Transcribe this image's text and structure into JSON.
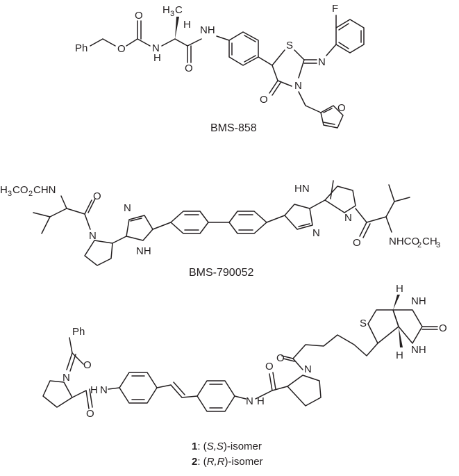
{
  "captions": {
    "bms858": "BMS-858",
    "bms790052": "BMS-790052"
  },
  "isomers": [
    {
      "num": "1",
      "sep": ": (",
      "desc": "S,S",
      "tail": ")-isomer"
    },
    {
      "num": "2",
      "sep": ": (",
      "desc": "R,R",
      "tail": ")-isomer"
    }
  ],
  "atom_labels": {
    "fluorine": "F",
    "hydrogen": "H",
    "methyl": "H",
    "methyl_sub": "3",
    "carbon": "C",
    "oxygen": "O",
    "sulfur": "S",
    "nitrogen": "N",
    "nh": "NH",
    "hn": "HN",
    "ph": "Ph",
    "h3co2chn_a": "H",
    "h3co2chn_b": "3",
    "h3co2chn_c": "CO",
    "h3co2chn_d": "2",
    "h3co2chn_e": "CHN",
    "nhco2ch3_a": "NHCO",
    "nhco2ch3_b": "2",
    "nhco2ch3_c": "CH",
    "nhco2ch3_d": "3"
  }
}
